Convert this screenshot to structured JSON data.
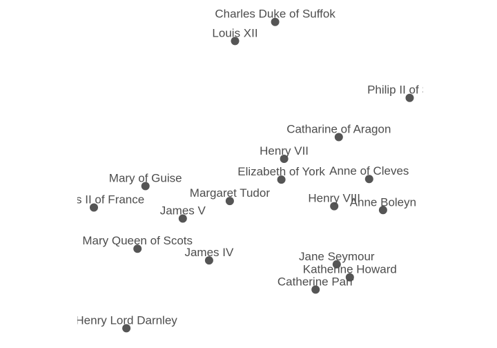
{
  "chart_data": {
    "type": "scatter",
    "title": "",
    "xlabel": "",
    "ylabel": "",
    "xlim": [
      0,
      100
    ],
    "ylim": [
      0,
      100
    ],
    "grid": false,
    "axes_visible": false,
    "point_color": "#555555",
    "label_color": "#4d4d4d",
    "points": [
      {
        "label": "Charles Duke of Suffok",
        "x": 57.2,
        "y": 95.6
      },
      {
        "label": "Louis XII",
        "x": 45.6,
        "y": 89.7
      },
      {
        "label": "Philip II of Spain",
        "x": 96.1,
        "y": 72.2
      },
      {
        "label": "Catharine of Aragon",
        "x": 75.6,
        "y": 60.1
      },
      {
        "label": "Henry VII",
        "x": 59.8,
        "y": 53.4
      },
      {
        "label": "Elizabeth of York",
        "x": 59.0,
        "y": 47.0
      },
      {
        "label": "Anne of Cleves",
        "x": 84.4,
        "y": 47.2
      },
      {
        "label": "Mary of Guise",
        "x": 19.7,
        "y": 45.0
      },
      {
        "label": "Francis II of France",
        "x": 4.8,
        "y": 38.4
      },
      {
        "label": "Margaret Tudor",
        "x": 44.1,
        "y": 40.4
      },
      {
        "label": "Henry VIII",
        "x": 74.3,
        "y": 38.8
      },
      {
        "label": "Anne Boleyn",
        "x": 88.4,
        "y": 37.6
      },
      {
        "label": "James V",
        "x": 30.5,
        "y": 35.0
      },
      {
        "label": "Mary Queen of Scots",
        "x": 17.4,
        "y": 25.7
      },
      {
        "label": "James IV",
        "x": 38.1,
        "y": 22.1
      },
      {
        "label": "Jane Seymour",
        "x": 75.0,
        "y": 20.9
      },
      {
        "label": "Katherine Howard",
        "x": 78.8,
        "y": 16.9
      },
      {
        "label": "Catherine Parr",
        "x": 68.9,
        "y": 13.1
      },
      {
        "label": "Henry Lord Darnley",
        "x": 14.2,
        "y": 1.2
      }
    ]
  }
}
